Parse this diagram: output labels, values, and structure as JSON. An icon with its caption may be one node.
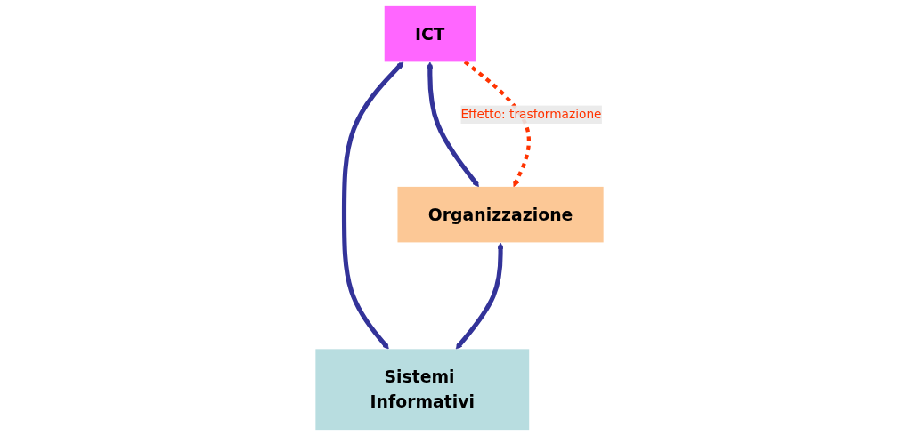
{
  "diagram": {
    "nodes": [
      {
        "text": [
          "ICT"
        ]
      },
      {
        "text": [
          "Organizzazione"
        ]
      },
      {
        "text": [
          "Sistemi Informativi"
        ]
      }
    ],
    "edges": [
      {
        "from": 0,
        "to": 1,
        "arrow": "both"
      },
      {
        "from": 0,
        "to": 2,
        "arrow": "both"
      },
      {
        "from": 1,
        "to": 2,
        "arrow": "both"
      },
      {
        "from": 0,
        "to": 1,
        "arrow": "to",
        "label": "Effetto: trasformazione",
        "style": "dashed",
        "color": "#ff3300"
      }
    ]
  }
}
